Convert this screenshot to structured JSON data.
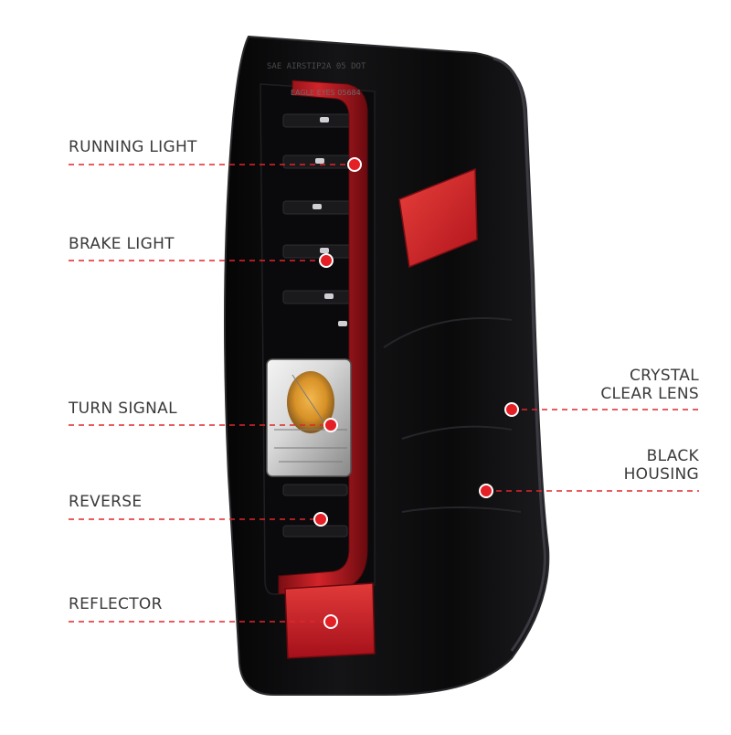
{
  "callouts": {
    "running_light": "RUNNING LIGHT",
    "brake_light": "BRAKE LIGHT",
    "turn_signal": "TURN SIGNAL",
    "reverse": "REVERSE",
    "reflector": "REFLECTOR",
    "crystal_clear_lens": [
      "CRYSTAL",
      "CLEAR LENS"
    ],
    "black_housing": [
      "BLACK",
      "HOUSING"
    ]
  },
  "lens_markings": {
    "top_code": "SAE AIRSTIP2A 05 DOT",
    "brand": "EAGLE EYES 05684"
  },
  "colors": {
    "callout_line": "#e0262b",
    "callout_dot": "#e41f26",
    "label_text": "#3a3a3a",
    "housing": "#0d0d0f",
    "led_bar": "#c0181f",
    "reflector": "#d4191f",
    "turn_amber": "#e59a1c"
  }
}
